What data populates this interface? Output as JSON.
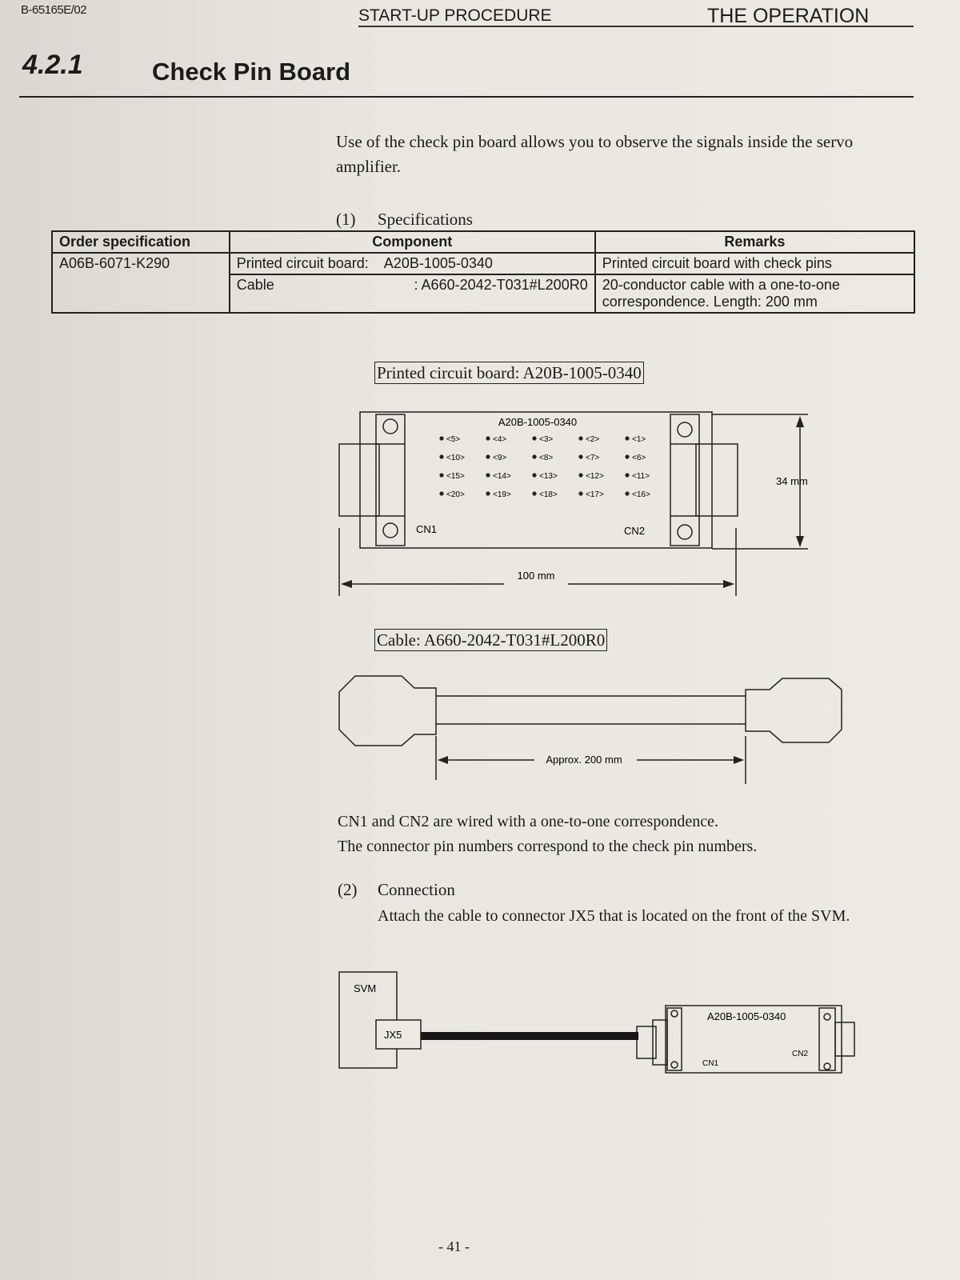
{
  "header": {
    "doc_code": "B-65165E/02",
    "center": "START-UP PROCEDURE",
    "right": "THE OPERATION"
  },
  "section": {
    "number": "4.2.1",
    "title": "Check Pin Board"
  },
  "intro": "Use of the check pin board allows you to observe the signals inside the servo amplifier.",
  "specifications": {
    "num": "(1)",
    "title": "Specifications",
    "table": {
      "headers": [
        "Order specification",
        "Component",
        "Remarks"
      ],
      "order_spec": "A06B-6071-K290",
      "rows": [
        {
          "component_label": "Printed circuit board:",
          "component_value": "A20B-1005-0340",
          "remarks": "Printed circuit board with check pins"
        },
        {
          "component_label": "Cable",
          "component_value": ": A660-2042-T031#L200R0",
          "remarks": "20-conductor cable with a one-to-one correspondence. Length: 200 mm"
        }
      ]
    }
  },
  "pcb_figure": {
    "caption": "Printed circuit board:  A20B-1005-0340",
    "board_label": "A20B-1005-0340",
    "pins": [
      [
        "<5>",
        "<4>",
        "<3>",
        "<2>",
        "<1>"
      ],
      [
        "<10>",
        "<9>",
        "<8>",
        "<7>",
        "<6>"
      ],
      [
        "<15>",
        "<14>",
        "<13>",
        "<12>",
        "<11>"
      ],
      [
        "<20>",
        "<19>",
        "<18>",
        "<17>",
        "<16>"
      ]
    ],
    "cn1": "CN1",
    "cn2": "CN2",
    "height_dim": "34 mm",
    "width_dim": "100 mm"
  },
  "cable_figure": {
    "caption": "Cable:  A660-2042-T031#L200R0",
    "length_dim": "Approx. 200 mm"
  },
  "wiring_note": [
    "CN1 and CN2 are wired with a one-to-one correspondence.",
    "The connector pin numbers correspond to the check pin numbers."
  ],
  "connection": {
    "num": "(2)",
    "title": "Connection",
    "text": "Attach the cable to connector JX5 that is located on the front of the SVM.",
    "figure": {
      "svm": "SVM",
      "jx5": "JX5",
      "board_label": "A20B-1005-0340",
      "cn1": "CN1",
      "cn2": "CN2"
    }
  },
  "page_number": "- 41 -"
}
